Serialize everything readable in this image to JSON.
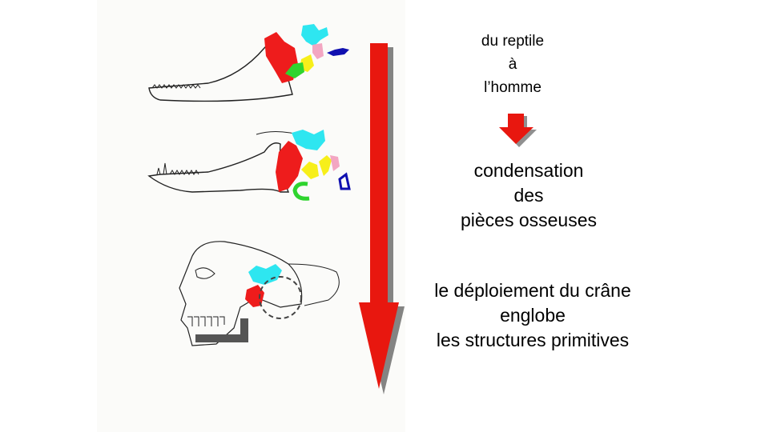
{
  "text": {
    "top": [
      "du reptile",
      "à",
      "l’homme"
    ],
    "middle": [
      "condensation",
      "des",
      "pièces osseuses"
    ],
    "bottom": [
      "le déploiement du crâne",
      "englobe",
      "les structures primitives"
    ]
  },
  "colors": {
    "arrow": "#e8170f",
    "bone_red": "#ee1c1c",
    "bone_cyan": "#2ee6f0",
    "bone_pink": "#f3a6c2",
    "bone_yellow": "#f7ef1a",
    "bone_green": "#2fd42f",
    "bone_blue": "#1010b0",
    "line": "#222222"
  },
  "icons": {
    "main": "down-arrow-icon",
    "small": "down-arrow-icon"
  }
}
